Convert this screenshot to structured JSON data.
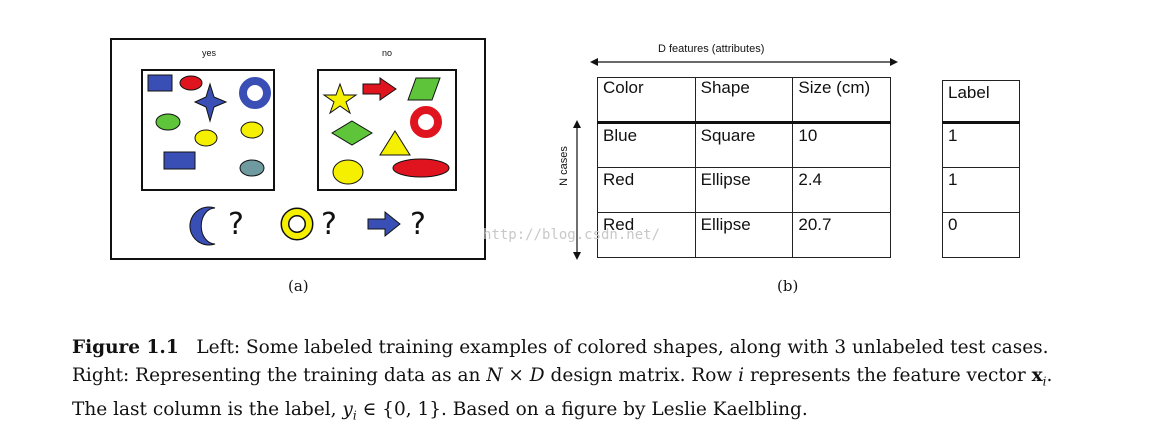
{
  "panel_a": {
    "yes_label": "yes",
    "no_label": "no",
    "question_marks": [
      "?",
      "?",
      "?"
    ],
    "sub_label": "(a)"
  },
  "panel_b": {
    "features_label": "D features (attributes)",
    "cases_label": "N cases",
    "headers": [
      "Color",
      "Shape",
      "Size (cm)"
    ],
    "rows": [
      [
        "Blue",
        "Square",
        "10"
      ],
      [
        "Red",
        "Ellipse",
        "2.4"
      ],
      [
        "Red",
        "Ellipse",
        "20.7"
      ]
    ],
    "label_header": "Label",
    "labels": [
      "1",
      "1",
      "0"
    ],
    "sub_label": "(b)"
  },
  "watermark": "http://blog.csdn.net/",
  "caption": {
    "figure_label": "Figure 1.1",
    "line1": "Left: Some labeled training examples of colored shapes, along with 3 unlabeled test cases.",
    "line2_a": "Right: Representing the training data as an",
    "line2_m1": "N × D",
    "line2_b": "design matrix. Row",
    "line2_m2": "i",
    "line2_c": "represents the feature vector",
    "line2_m3": "x",
    "line2_m3_sub": "i",
    "line2_d": ".",
    "line3_a": "The last column is the label,",
    "line3_m": "y",
    "line3_m_sub": "i",
    "line3_b": "∈ {0, 1}",
    "line3_c": ". Based on a figure by Leslie Kaelbling."
  },
  "colors": {
    "blue": "#3a4fb5",
    "red": "#e0141e",
    "yellow": "#f4f000",
    "green": "#5ec43a",
    "grey_teal": "#6f9aa0"
  }
}
